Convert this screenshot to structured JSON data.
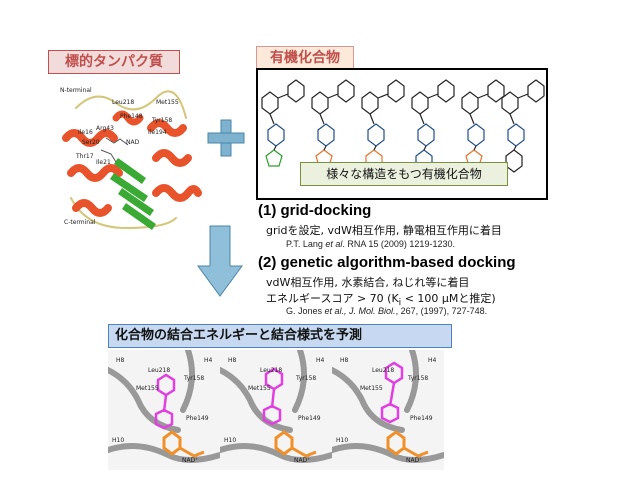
{
  "target_label": "標的タンパク質",
  "compound_label": "有機化合物",
  "compound_caption": "様々な構造をもつ有機化合物",
  "protein_image": {
    "labels": [
      "N-terminal",
      "C-terminal",
      "Leu218",
      "Met155",
      "Phe148",
      "Tyr158",
      "Arg43",
      "Ile194",
      "Ser20",
      "Thr17",
      "NAD",
      "Ile16",
      "Ile21"
    ]
  },
  "method1": {
    "title": "(1) grid-docking",
    "desc": "gridを設定, vdW相互作用, 静電相互作用に着目",
    "ref_pre": "P.T. Lang ",
    "ref_em": "et al",
    "ref_post": ". RNA 15 (2009) 1219-1230."
  },
  "method2": {
    "title": "(2) genetic algorithm-based docking",
    "desc": "vdW相互作用, 水素結合, ねじれ等に着目",
    "score_pre": "エネルギースコア > 70 (K",
    "score_sub": "i",
    "score_post": " < 100 μMと推定)",
    "ref_pre": "G. Jones ",
    "ref_em": "et al., J. Mol. Biol.",
    "ref_post": ", 267, (1997), 727-748."
  },
  "predict_label": "化合物の結合エネルギーと結合様式を予測",
  "panel_labels": {
    "h8": "H8",
    "h4": "H4",
    "h10": "H10",
    "nad": "NAD⁺",
    "met155": "Met155",
    "tyr158": "Tyr158",
    "phe149": "Phe149",
    "leu218": "Leu218"
  },
  "colors": {
    "helix": "#e8532b",
    "sheet": "#3aaa35",
    "plus": "#7fb2cf",
    "arrow": "#8fbfd9",
    "ligand": "#e040e0",
    "nad": "#f0902a",
    "wire": "#999999"
  }
}
